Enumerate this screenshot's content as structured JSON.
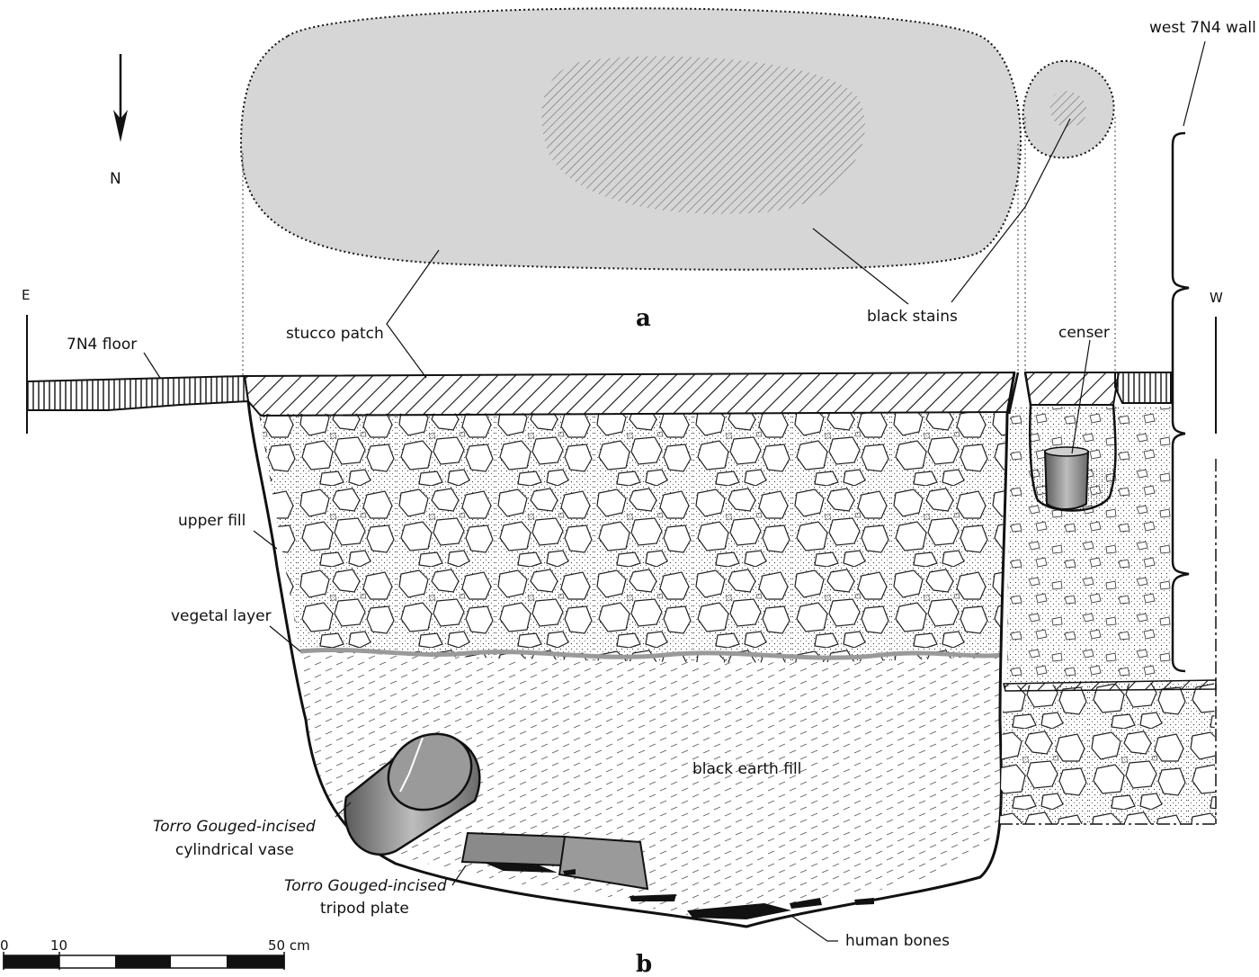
{
  "labels": {
    "north": "N",
    "east": "E",
    "west": "W",
    "plan_letter": "a",
    "section_letter": "b",
    "west_wall": "west 7N4 wall",
    "floor": "7N4 floor",
    "stucco_patch": "stucco patch",
    "black_stains": "black stains",
    "censer": "censer",
    "upper_fill": "upper fill",
    "vegetal_layer": "vegetal layer",
    "black_earth_fill": "black earth fill",
    "vase_line1": "Torro Gouged-incised",
    "vase_line2": "cylindrical vase",
    "plate_line1": "Torro Gouged-incised",
    "plate_line2": "tripod plate",
    "human_bones": "human bones"
  },
  "scale_bar": {
    "ticks": [
      "0",
      "10",
      "50 cm"
    ]
  },
  "colors": {
    "plan_fill": "#d6d6d6",
    "line": "#111111",
    "vegetal": "#9a9a9a",
    "vessel": "#8a8a8a"
  }
}
